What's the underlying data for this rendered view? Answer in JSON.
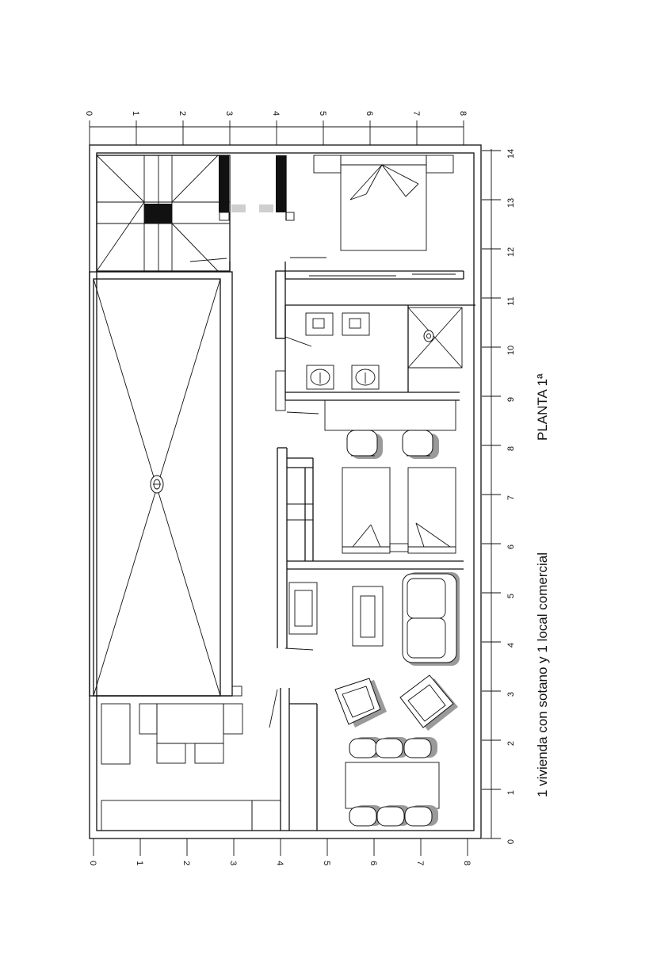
{
  "plan": {
    "title": "PLANTA 1ª",
    "subtitle": "1 vivienda con sotano y 1 local comercial"
  },
  "rulers": {
    "top": [
      "0",
      "1",
      "2",
      "3",
      "4",
      "5",
      "6",
      "7",
      "8"
    ],
    "left": [
      "0",
      "1",
      "2",
      "3",
      "4",
      "5",
      "6",
      "7",
      "8"
    ],
    "right": [
      "0",
      "1",
      "2",
      "3",
      "4",
      "5",
      "6",
      "7",
      "8",
      "9",
      "10",
      "11",
      "12",
      "13",
      "14"
    ]
  },
  "colors": {
    "line": "#111111",
    "shadow": "#9a9a9a",
    "paper": "#ffffff"
  }
}
